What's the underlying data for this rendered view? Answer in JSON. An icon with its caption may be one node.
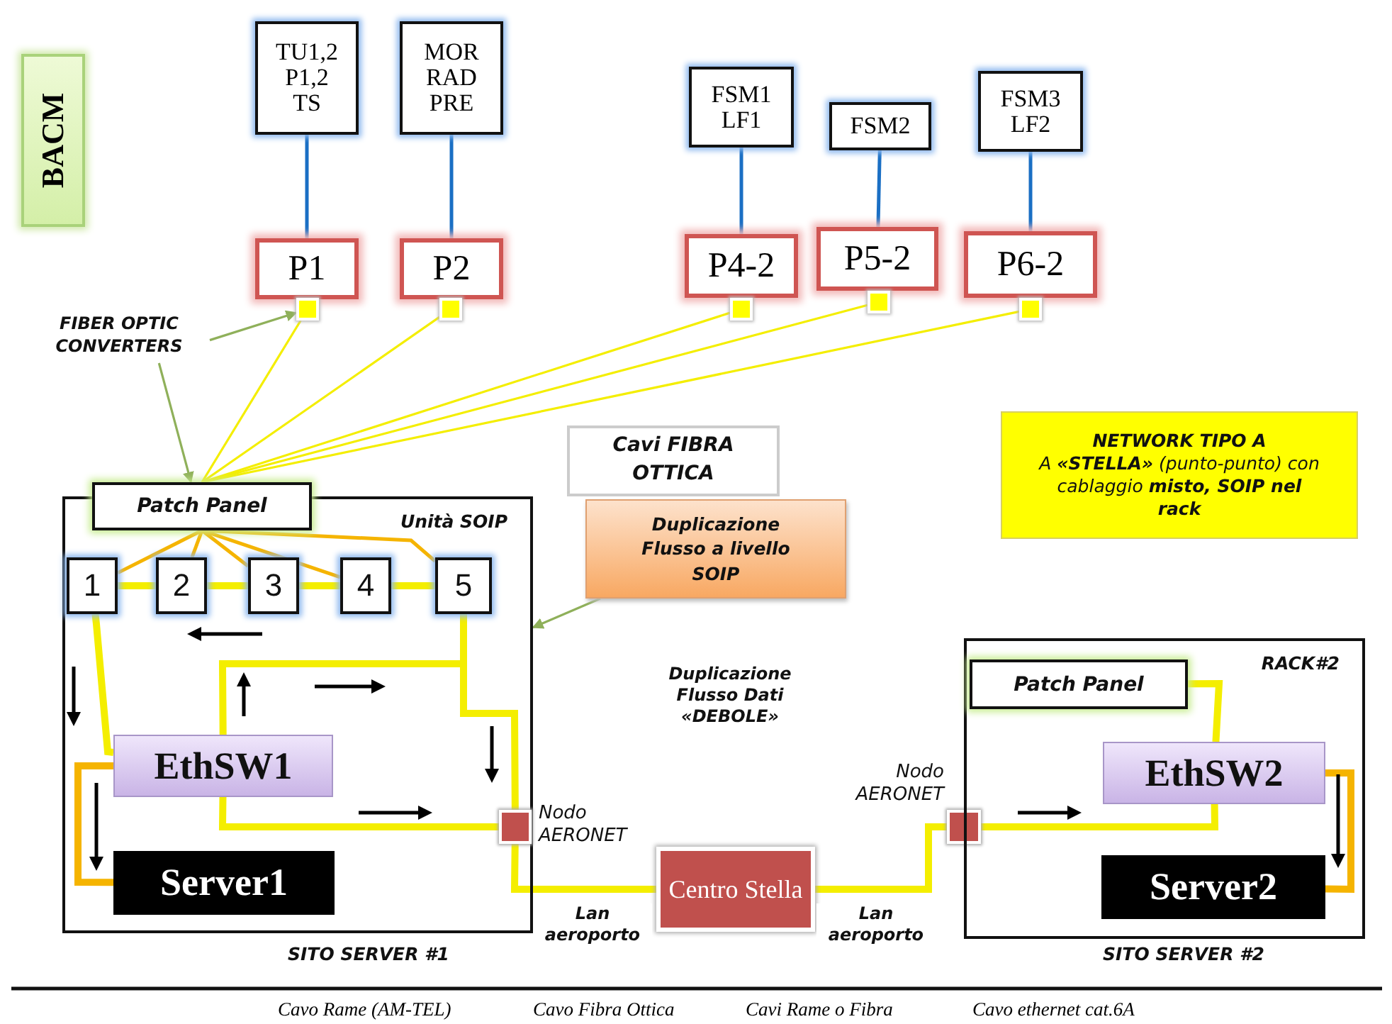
{
  "diagram": {
    "nodes": [
      {
        "text": [
          "BACM"
        ]
      },
      {
        "text": [
          "TU1,2 P1,2 TS"
        ]
      },
      {
        "text": [
          "MOR RAD PRE"
        ]
      },
      {
        "text": [
          "FSM1 LF1"
        ]
      },
      {
        "text": [
          "FSM2"
        ]
      },
      {
        "text": [
          "FSM3 LF2"
        ]
      },
      {
        "text": [
          "P1"
        ]
      },
      {
        "text": [
          "P2"
        ]
      },
      {
        "text": [
          "P4-2"
        ]
      },
      {
        "text": [
          "P5-2"
        ]
      },
      {
        "text": [
          "P6-2"
        ]
      },
      {
        "text": [],
        "shape": "box"
      },
      {
        "text": [],
        "shape": "box"
      },
      {
        "text": [],
        "shape": "box"
      },
      {
        "text": [],
        "shape": "box"
      },
      {
        "text": [],
        "shape": "box"
      },
      {
        "text": [
          "FIBER OPTIC CONVERTERS"
        ]
      },
      {
        "text": [
          "Cavi FIBRA OTTICA"
        ]
      },
      {
        "text": [
          "NETWORK TIPO A",
          "A **«STELLA»** (punto-punto) con cablaggio **misto, SOIP nel rack**"
        ]
      },
      {
        "text": [
          "Unità SOIP"
        ],
        "beside": [
          "SITO SERVER #1"
        ]
      },
      {
        "text": [
          "Patch Panel"
        ]
      },
      {
        "text": [
          "1"
        ],
        "in": 19
      },
      {
        "text": [
          "2"
        ],
        "in": 19
      },
      {
        "text": [
          "3"
        ],
        "in": 19
      },
      {
        "text": [
          "4"
        ],
        "in": 19
      },
      {
        "text": [
          "5"
        ],
        "in": 19
      },
      {
        "text": [
          "EthSW1"
        ],
        "in": 19
      },
      {
        "text": [
          "Server1"
        ],
        "in": 19
      },
      {
        "text": [],
        "shape": "box",
        "beside": [
          "Nodo AERONET"
        ],
        "in": 19
      },
      {
        "text": [
          "Duplicazione Flusso a livello SOIP"
        ]
      },
      {
        "text": [
          "Centro Stella"
        ]
      },
      {
        "text": [],
        "shape": "box",
        "beside": [
          "Nodo AERONET"
        ]
      },
      {
        "text": [
          "RACK#2"
        ],
        "beside": [
          "SITO SERVER #2"
        ]
      },
      {
        "text": [
          "Patch Panel"
        ],
        "in": 32
      },
      {
        "text": [
          "EthSW2"
        ],
        "in": 32
      },
      {
        "text": [
          "Server2"
        ],
        "in": 32
      }
    ],
    "edges": [
      {
        "from": 1,
        "to": 6,
        "arrow": "none",
        "color": "#1a6fc4"
      },
      {
        "from": 2,
        "to": 7,
        "arrow": "none",
        "color": "#1a6fc4"
      },
      {
        "from": 3,
        "to": 8,
        "arrow": "none",
        "color": "#1a6fc4"
      },
      {
        "from": 4,
        "to": 9,
        "arrow": "none",
        "color": "#1a6fc4"
      },
      {
        "from": 5,
        "to": 10,
        "arrow": "none",
        "color": "#1a6fc4"
      },
      {
        "from": 11,
        "to": 20,
        "arrow": "none"
      },
      {
        "from": 12,
        "to": 20,
        "arrow": "none"
      },
      {
        "from": 13,
        "to": 20,
        "arrow": "none"
      },
      {
        "from": 14,
        "to": 20,
        "arrow": "none"
      },
      {
        "from": 15,
        "to": 20,
        "arrow": "none"
      },
      {
        "from": 20,
        "to": 21,
        "arrow": "none",
        "color": "#f5b400"
      },
      {
        "from": 20,
        "to": 22,
        "arrow": "none",
        "color": "#f5b400"
      },
      {
        "from": 20,
        "to": 23,
        "arrow": "none",
        "color": "#f5b400"
      },
      {
        "from": 20,
        "to": 24,
        "arrow": "none",
        "color": "#f5b400"
      },
      {
        "from": 20,
        "to": 25,
        "arrow": "none",
        "color": "#f5b400"
      },
      {
        "from": 21,
        "to": 22,
        "arrow": "none",
        "style": "thick"
      },
      {
        "from": 22,
        "to": 23,
        "arrow": "none",
        "style": "thick"
      },
      {
        "from": 23,
        "to": 24,
        "arrow": "none",
        "style": "thick"
      },
      {
        "from": 24,
        "to": 25,
        "arrow": "none",
        "style": "thick"
      },
      {
        "from": 21,
        "to": 26,
        "arrow": "none",
        "style": "thick"
      },
      {
        "from": 26,
        "to": 27,
        "arrow": "none",
        "style": "thick",
        "color": "#f5b400"
      },
      {
        "from": 25,
        "to": 26,
        "arrow": "none",
        "style": "thick"
      },
      {
        "from": 25,
        "to": 28,
        "arrow": "none",
        "style": "thick"
      },
      {
        "from": 26,
        "to": 28,
        "arrow": "none",
        "style": "thick"
      },
      {
        "from": 28,
        "to": 30,
        "arrow": "none",
        "style": "thick",
        "label": "Lan aeroporto"
      },
      {
        "from": 30,
        "to": 31,
        "arrow": "none",
        "style": "thick",
        "label": "Lan aeroporto"
      },
      {
        "from": 31,
        "to": 34,
        "arrow": "none",
        "style": "thick"
      },
      {
        "from": 33,
        "to": 34,
        "arrow": "none",
        "style": "thick"
      },
      {
        "from": 34,
        "to": 35,
        "arrow": "none",
        "style": "thick",
        "color": "#f5b400"
      },
      {
        "from": 16,
        "to": 11,
        "arrow": "to",
        "color": "#8fb05a"
      },
      {
        "from": 16,
        "to": 20,
        "arrow": "to",
        "color": "#8fb05a"
      },
      {
        "from": 29,
        "to": 19,
        "arrow": "to",
        "color": "#8fb05a"
      }
    ],
    "labels": [
      "Duplicazione Flusso Dati «DEBOLE»",
      "Cavo Rame (AM-TEL)",
      "Cavo Fibra Ottica",
      "Cavi Rame o Fibra",
      "Cavo ethernet cat.6A"
    ]
  }
}
